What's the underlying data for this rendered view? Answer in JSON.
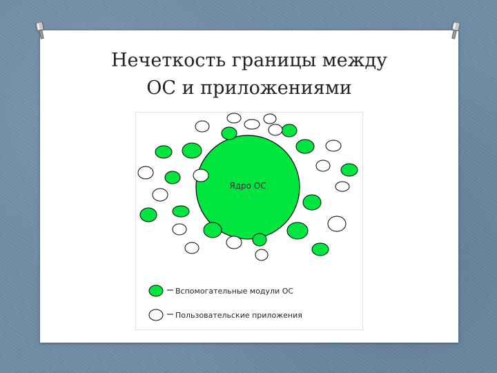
{
  "slide": {
    "title_line1": "Нечеткость границы между",
    "title_line2": "ОС и приложениями"
  },
  "diagram": {
    "kernel_label": "Ядро ОС",
    "legend": {
      "modules_label": "Вспомогательные модули ОС",
      "apps_label": "Пользовательские приложения"
    }
  },
  "colors": {
    "module_fill": "#00e640",
    "app_fill": "#ffffff",
    "stroke": "#000000",
    "background": "#6f8ba5"
  }
}
